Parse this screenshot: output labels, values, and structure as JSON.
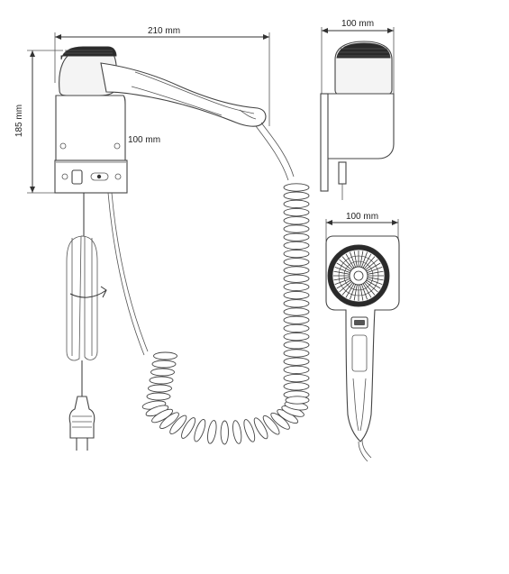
{
  "dimensions": {
    "side_width": "210 mm",
    "side_height": "185 mm",
    "bracket_depth": "100 mm",
    "top_view_width": "100 mm",
    "front_view_width": "100 mm"
  },
  "colors": {
    "line": "#333333",
    "grille": "#2a2a2a",
    "body_fill": "#f4f4f4"
  }
}
